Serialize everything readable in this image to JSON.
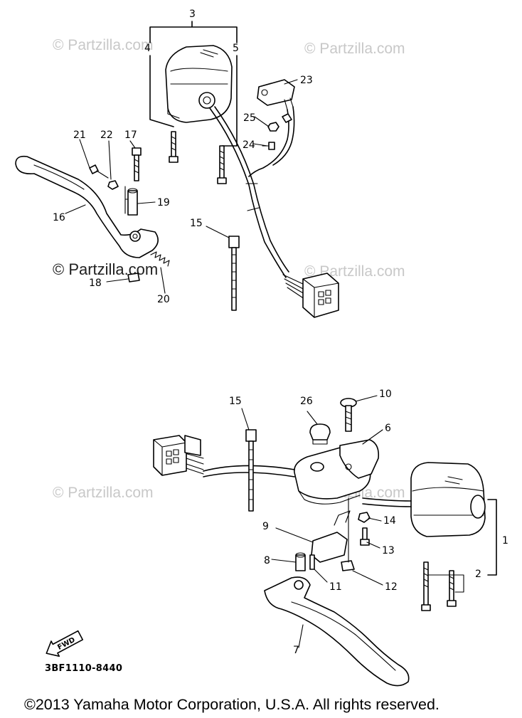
{
  "watermarks": [
    {
      "text": "© Partzilla.com"
    },
    {
      "text": "© Partzilla.com"
    },
    {
      "text": "© Partzilla.com"
    },
    {
      "text": "© Partzilla.com"
    },
    {
      "text": "© Partzilla.com"
    },
    {
      "text": "© Partzilla.com"
    }
  ],
  "upper_assembly": {
    "callouts": [
      "3",
      "4",
      "5",
      "23",
      "25",
      "24",
      "21",
      "22",
      "17",
      "19",
      "16",
      "15",
      "18",
      "20"
    ]
  },
  "lower_assembly": {
    "callouts": [
      "15",
      "26",
      "10",
      "6",
      "9",
      "14",
      "13",
      "1",
      "2",
      "8",
      "11",
      "12",
      "7"
    ]
  },
  "fwd_label": "FWD",
  "diagram_code": "3BF1110-8440",
  "copyright": "©2013 Yamaha Motor Corporation, U.S.A. All rights reserved."
}
